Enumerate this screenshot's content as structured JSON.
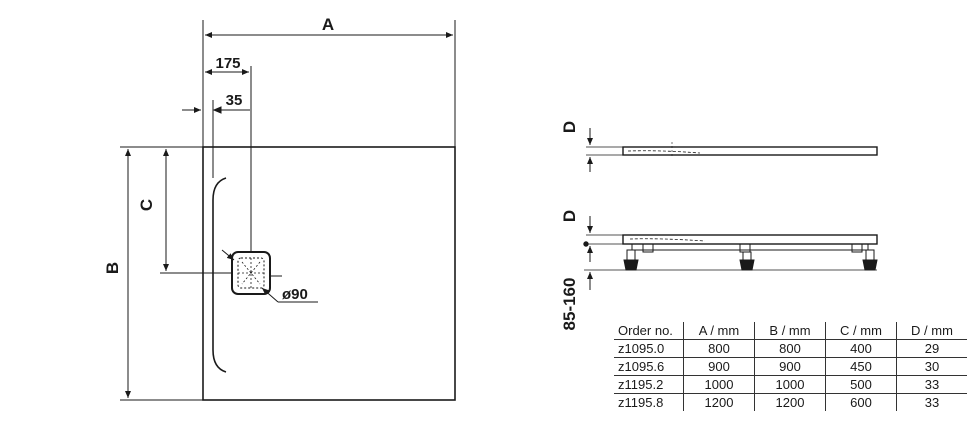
{
  "dimensions": {
    "a": "A",
    "b": "B",
    "c": "C",
    "d_top": "D",
    "d_bottom": "D",
    "offset_175": "175",
    "offset_35": "35",
    "drain_diameter": "ø90",
    "leg_height": "85-160"
  },
  "table": {
    "headers": [
      "Order no.",
      "A / mm",
      "B / mm",
      "C / mm",
      "D / mm"
    ],
    "rows": [
      [
        "ᴢ1095.0",
        "800",
        "800",
        "400",
        "29"
      ],
      [
        "ᴢ1095.6",
        "900",
        "900",
        "450",
        "30"
      ],
      [
        "ᴢ1195.2",
        "1000",
        "1000",
        "500",
        "33"
      ],
      [
        "ᴢ1195.8",
        "1200",
        "1200",
        "600",
        "33"
      ]
    ]
  }
}
